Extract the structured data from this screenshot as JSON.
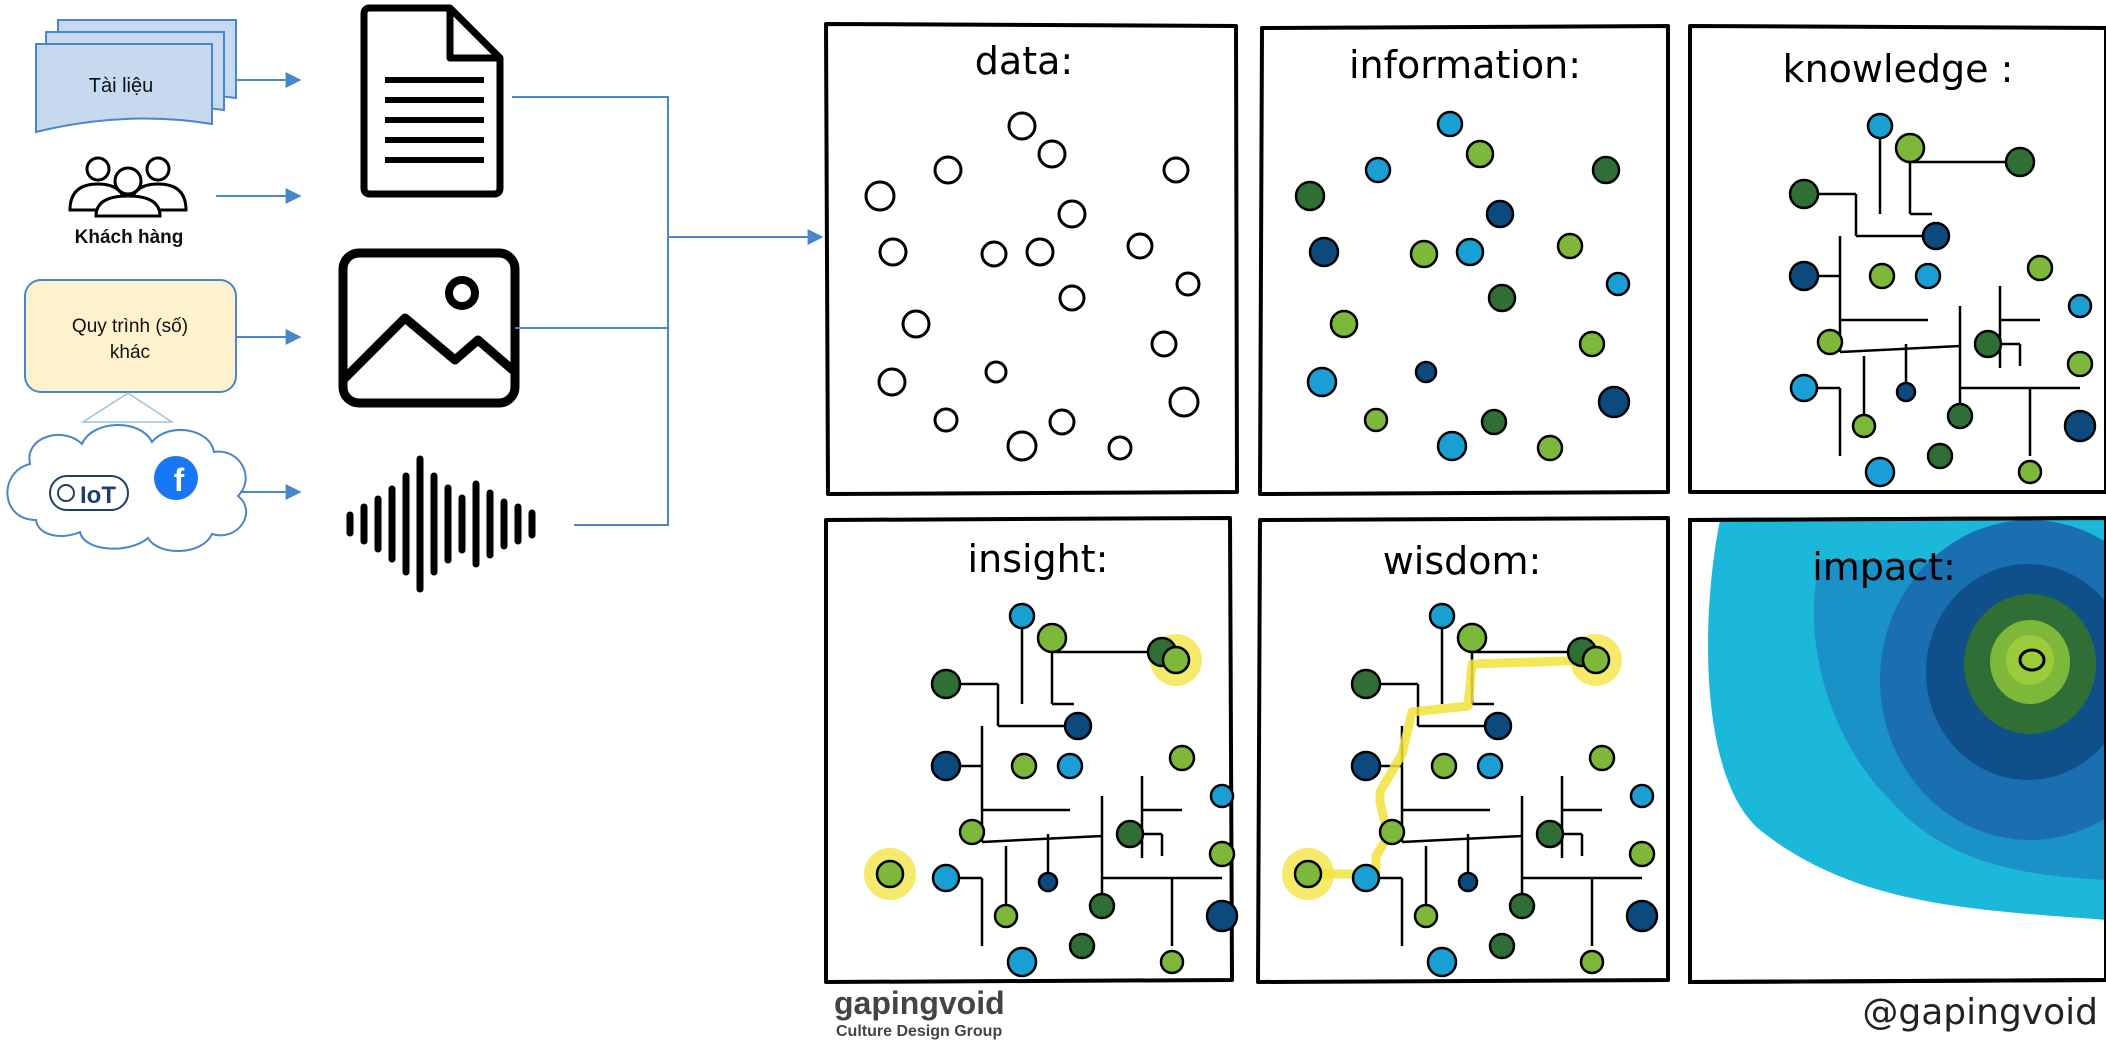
{
  "sources": {
    "documents": "Tài liệu",
    "customers": "Khách hàng",
    "process_line1": "Quy trình (số)",
    "process_line2": "khác",
    "iot": "IoT"
  },
  "media_icons": [
    "document-icon",
    "image-icon",
    "audio-waveform-icon"
  ],
  "panels": {
    "data": "data:",
    "information": "information:",
    "knowledge": "knowledge :",
    "insight": "insight:",
    "wisdom": "wisdom:",
    "impact": "impact:"
  },
  "footer": {
    "brand": "gapingvoid",
    "tagline": "Culture Design Group",
    "handle": "@gapingvoid"
  },
  "colors": {
    "arrow": "#4a86c8",
    "doc_fill": "#c6d9ee",
    "process_fill": "#fdf2cc",
    "dark_blue": "#0c4a7e",
    "blue": "#1a9fd4",
    "dark_green": "#2f6f35",
    "green": "#7db83a",
    "highlight": "#f2e33a"
  }
}
